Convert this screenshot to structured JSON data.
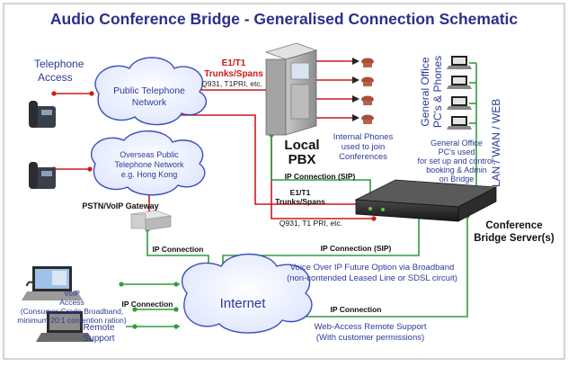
{
  "title": "Audio Conference Bridge - Generalised Connection Schematic",
  "labels": {
    "telephone_access": [
      "Telephone",
      "Access"
    ],
    "public_network": [
      "Public Telephone",
      "Network"
    ],
    "e1_trunks_top": [
      "E1/T1",
      "Trunks/Spans"
    ],
    "q931_top": "Q931, T1PRI, etc.",
    "overseas_network": [
      "Overseas Public",
      "Telephone Network",
      "e.g. Hong Kong"
    ],
    "local_pbx": [
      "Local",
      "PBX"
    ],
    "internal_phones": [
      "Internal Phones",
      "used to join",
      "Conferences"
    ],
    "general_office_title": [
      "General Office",
      "PC's & Phones"
    ],
    "general_office_desc": [
      "General Office",
      "PC's used",
      "for set up and control,",
      "booking & Admin",
      "on Bridge"
    ],
    "lan_wan_web": "LAN / WAN / WEB",
    "ip_sip_top": "IP Connection (SIP)",
    "e1_trunks_mid": [
      "E1/T1",
      "Trunks/Spans"
    ],
    "q931_mid": "Q931, T1 PRI, etc.",
    "pstn_gateway": "PSTN/VoIP Gateway",
    "bridge_server": [
      "Conference",
      "Bridge Server(s)"
    ],
    "ip_connection_gw": "IP Connection",
    "ip_sip_mid": "IP Connection (SIP)",
    "voip_access": [
      "VoIP",
      "Access",
      "(Consumer Grade Broadband,",
      "minimum 20:1 contention ration)"
    ],
    "voip_future": [
      "Voice Over IP Future Option via Broadband",
      "(non-contended Leased Line or SDSL circuit)"
    ],
    "internet": "Internet",
    "ip_connection_remote": "IP Connection",
    "ip_connection_web": "IP Connection",
    "remote_support": [
      "Remote",
      "Support"
    ],
    "web_access": [
      "Web-Access Remote Support",
      "(With customer permissions)"
    ]
  },
  "colors": {
    "title": "#2b2f8a",
    "red_link": "#cc1a1a",
    "green_link": "#2f9e3a",
    "blue_text": "#2b3a9a",
    "cloud_stroke": "#3b4fb8"
  }
}
